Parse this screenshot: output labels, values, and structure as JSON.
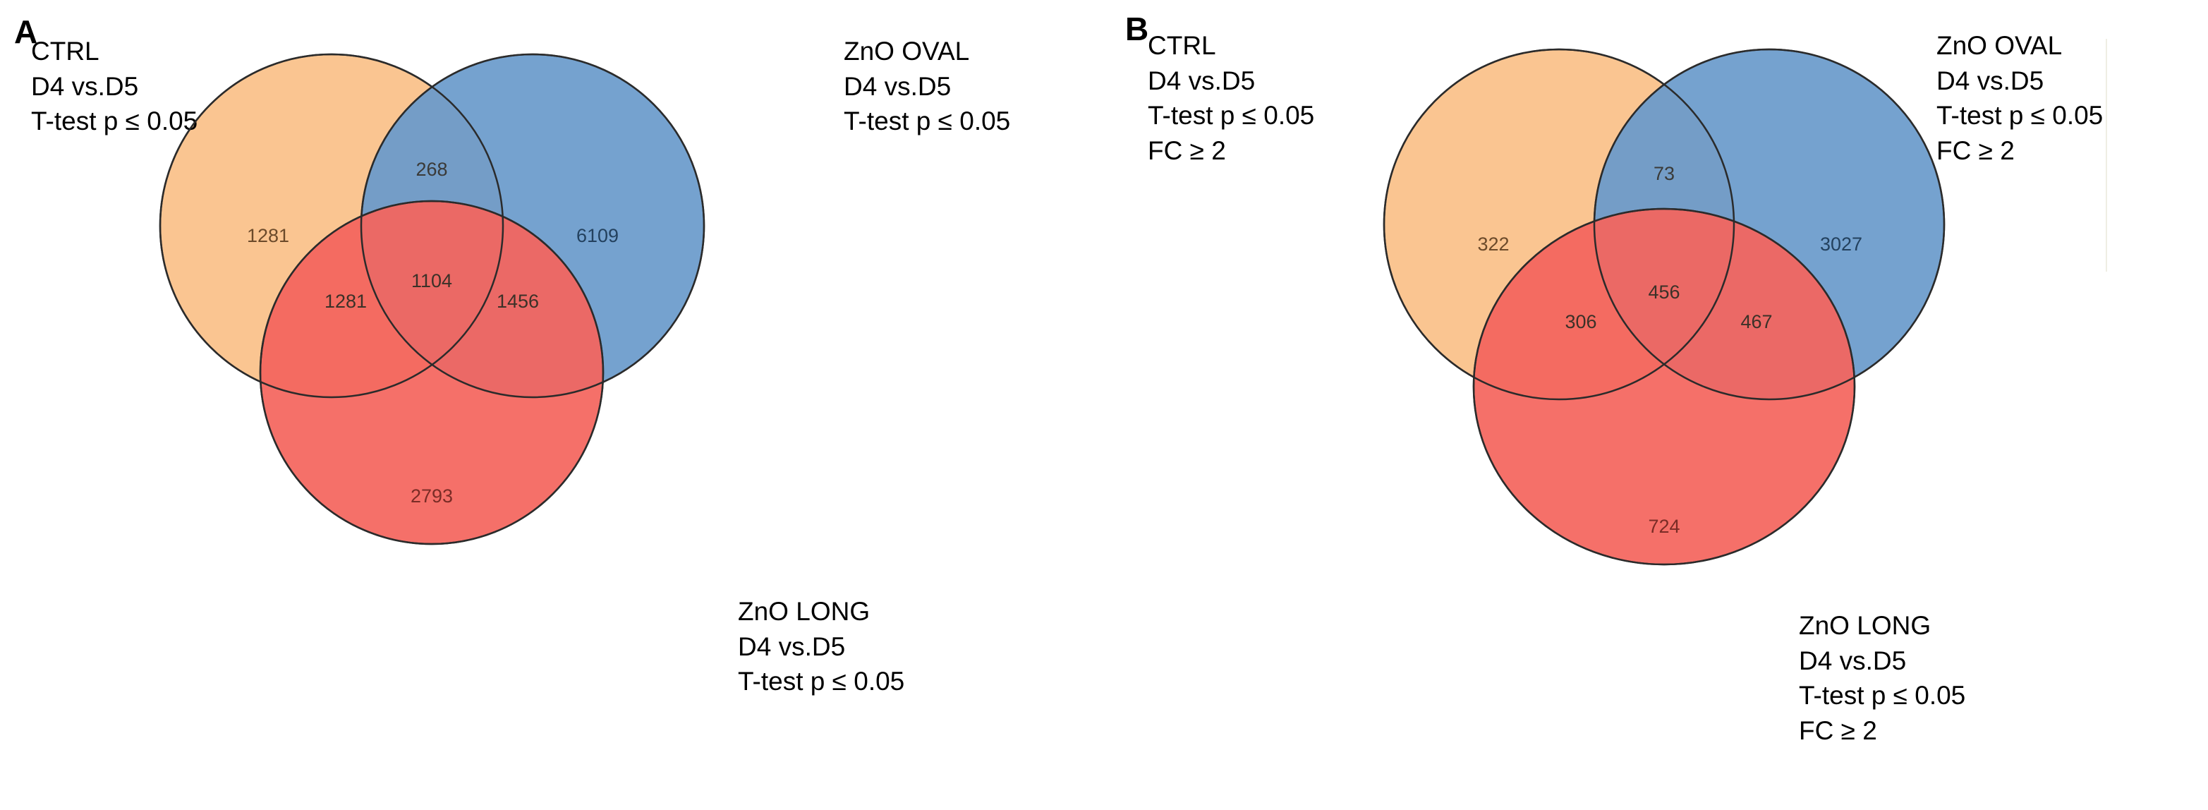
{
  "figure": {
    "background": "#ffffff",
    "colors": {
      "orange": "#FAC38C",
      "blue": "#6A9BCB",
      "red": "#F4655E",
      "stroke": "#2b2b2b",
      "text": "#000000"
    }
  },
  "chart_data": {
    "type": "venn",
    "title": "",
    "panels": [
      {
        "letter": "A",
        "sets": [
          {
            "id": "ctrl",
            "color": "#FAC38C",
            "label_lines": [
              "CTRL",
              "D4 vs.D5",
              "T-test p ≤ 0.05"
            ],
            "position": "top-left"
          },
          {
            "id": "zno_oval",
            "color": "#6A9BCB",
            "label_lines": [
              "ZnO OVAL",
              "D4 vs.D5",
              "T-test p ≤ 0.05"
            ],
            "position": "top-right"
          },
          {
            "id": "zno_long",
            "color": "#F4655E",
            "label_lines": [
              "ZnO LONG",
              "D4 vs.D5",
              "T-test p ≤ 0.05"
            ],
            "position": "bottom-right"
          }
        ],
        "regions": [
          {
            "id": "ctrl_only",
            "label": "1281",
            "value": 1281
          },
          {
            "id": "zno_oval_only",
            "label": "6109",
            "value": 6109
          },
          {
            "id": "zno_long_only",
            "label": "2793",
            "value": 2793
          },
          {
            "id": "ctrl_oval",
            "label": "268",
            "value": 268
          },
          {
            "id": "ctrl_long",
            "label": "1281",
            "value": 1281
          },
          {
            "id": "oval_long",
            "label": "1456",
            "value": 1456
          },
          {
            "id": "ctrl_oval_long",
            "label": "1104",
            "value": 1104
          }
        ]
      },
      {
        "letter": "B",
        "sets": [
          {
            "id": "ctrl",
            "color": "#FAC38C",
            "label_lines": [
              "CTRL",
              "D4 vs.D5",
              "T-test p ≤ 0.05",
              "FC ≥ 2"
            ],
            "position": "top-left"
          },
          {
            "id": "zno_oval",
            "color": "#6A9BCB",
            "label_lines": [
              "ZnO OVAL",
              "D4 vs.D5",
              "T-test p ≤ 0.05",
              "FC ≥ 2"
            ],
            "position": "top-right"
          },
          {
            "id": "zno_long",
            "color": "#F4655E",
            "label_lines": [
              "ZnO LONG",
              "D4 vs.D5",
              "T-test p ≤ 0.05",
              "FC ≥ 2"
            ],
            "position": "bottom-right"
          }
        ],
        "regions": [
          {
            "id": "ctrl_only",
            "label": "322",
            "value": 322
          },
          {
            "id": "zno_oval_only",
            "label": "3027",
            "value": 3027
          },
          {
            "id": "zno_long_only",
            "label": "724",
            "value": 724
          },
          {
            "id": "ctrl_oval",
            "label": "73",
            "value": 73
          },
          {
            "id": "ctrl_long",
            "label": "306",
            "value": 306
          },
          {
            "id": "oval_long",
            "label": "467",
            "value": 467
          },
          {
            "id": "ctrl_oval_long",
            "label": "456",
            "value": 456
          }
        ]
      }
    ]
  },
  "panel_a": {
    "letter": "A",
    "label_ctrl": {
      "l1": "CTRL",
      "l2": "D4 vs.D5",
      "l3": "T-test p ≤ 0.05"
    },
    "label_oval": {
      "l1": "ZnO OVAL",
      "l2": "D4 vs.D5",
      "l3": "T-test p ≤ 0.05"
    },
    "label_long": {
      "l1": "ZnO LONG",
      "l2": "D4 vs.D5",
      "l3": "T-test p ≤ 0.05"
    },
    "counts": {
      "ctrl_only": "1281",
      "oval_only": "6109",
      "long_only": "2793",
      "ctrl_oval": "268",
      "ctrl_long": "1281",
      "oval_long": "1456",
      "all_three": "1104"
    }
  },
  "panel_b": {
    "letter": "B",
    "label_ctrl": {
      "l1": "CTRL",
      "l2": "D4 vs.D5",
      "l3": "T-test p ≤ 0.05",
      "l4": "FC ≥ 2"
    },
    "label_oval": {
      "l1": "ZnO OVAL",
      "l2": "D4 vs.D5",
      "l3": "T-test p ≤ 0.05",
      "l4": "FC ≥ 2"
    },
    "label_long": {
      "l1": "ZnO LONG",
      "l2": "D4 vs.D5",
      "l3": "T-test p ≤ 0.05",
      "l4": "FC ≥ 2"
    },
    "counts": {
      "ctrl_only": "322",
      "oval_only": "3027",
      "long_only": "724",
      "ctrl_oval": "73",
      "ctrl_long": "306",
      "oval_long": "467",
      "all_three": "456"
    }
  }
}
